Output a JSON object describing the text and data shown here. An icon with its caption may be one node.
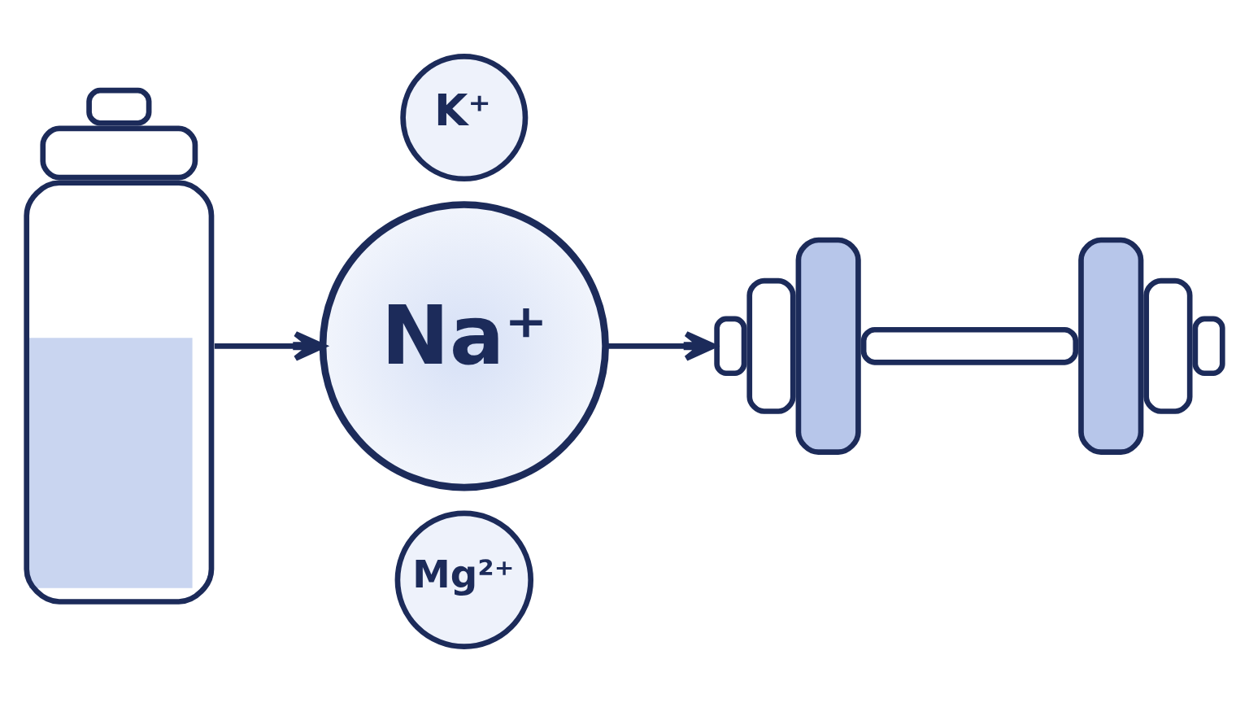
{
  "diagram": {
    "nodes": [
      {
        "text": [],
        "shape": "picture"
      },
      {
        "text": [
          "Na⁺"
        ]
      },
      {
        "text": [
          "K⁺"
        ]
      },
      {
        "text": [
          "Mg²⁺"
        ]
      },
      {
        "text": [],
        "shape": "picture"
      }
    ],
    "edges": [
      {
        "from": 0,
        "to": 1,
        "arrow": "to"
      },
      {
        "from": 1,
        "to": 4,
        "arrow": "to"
      }
    ]
  }
}
